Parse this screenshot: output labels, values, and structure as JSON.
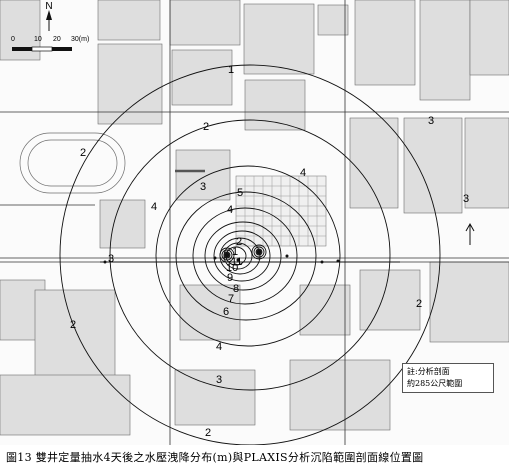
{
  "north_label": "N",
  "scale": {
    "t0": "0",
    "t10": "10",
    "t20": "20",
    "t30": "30(m)"
  },
  "contour_labels": [
    "1",
    "2",
    "3",
    "4",
    "5",
    "6",
    "7",
    "8",
    "9",
    "10",
    "11"
  ],
  "note": {
    "line1": "註:分析剖面",
    "line2": "約285公尺範圍"
  },
  "caption": "圖13  雙井定量抽水4天後之水壓洩降分布(m)與PLAXIS分析沉陷範圍剖面線位置圖",
  "colors": {
    "ink": "#111111",
    "building": "#dedede",
    "building_edge": "#6d6d6d",
    "grid": "#999999"
  }
}
